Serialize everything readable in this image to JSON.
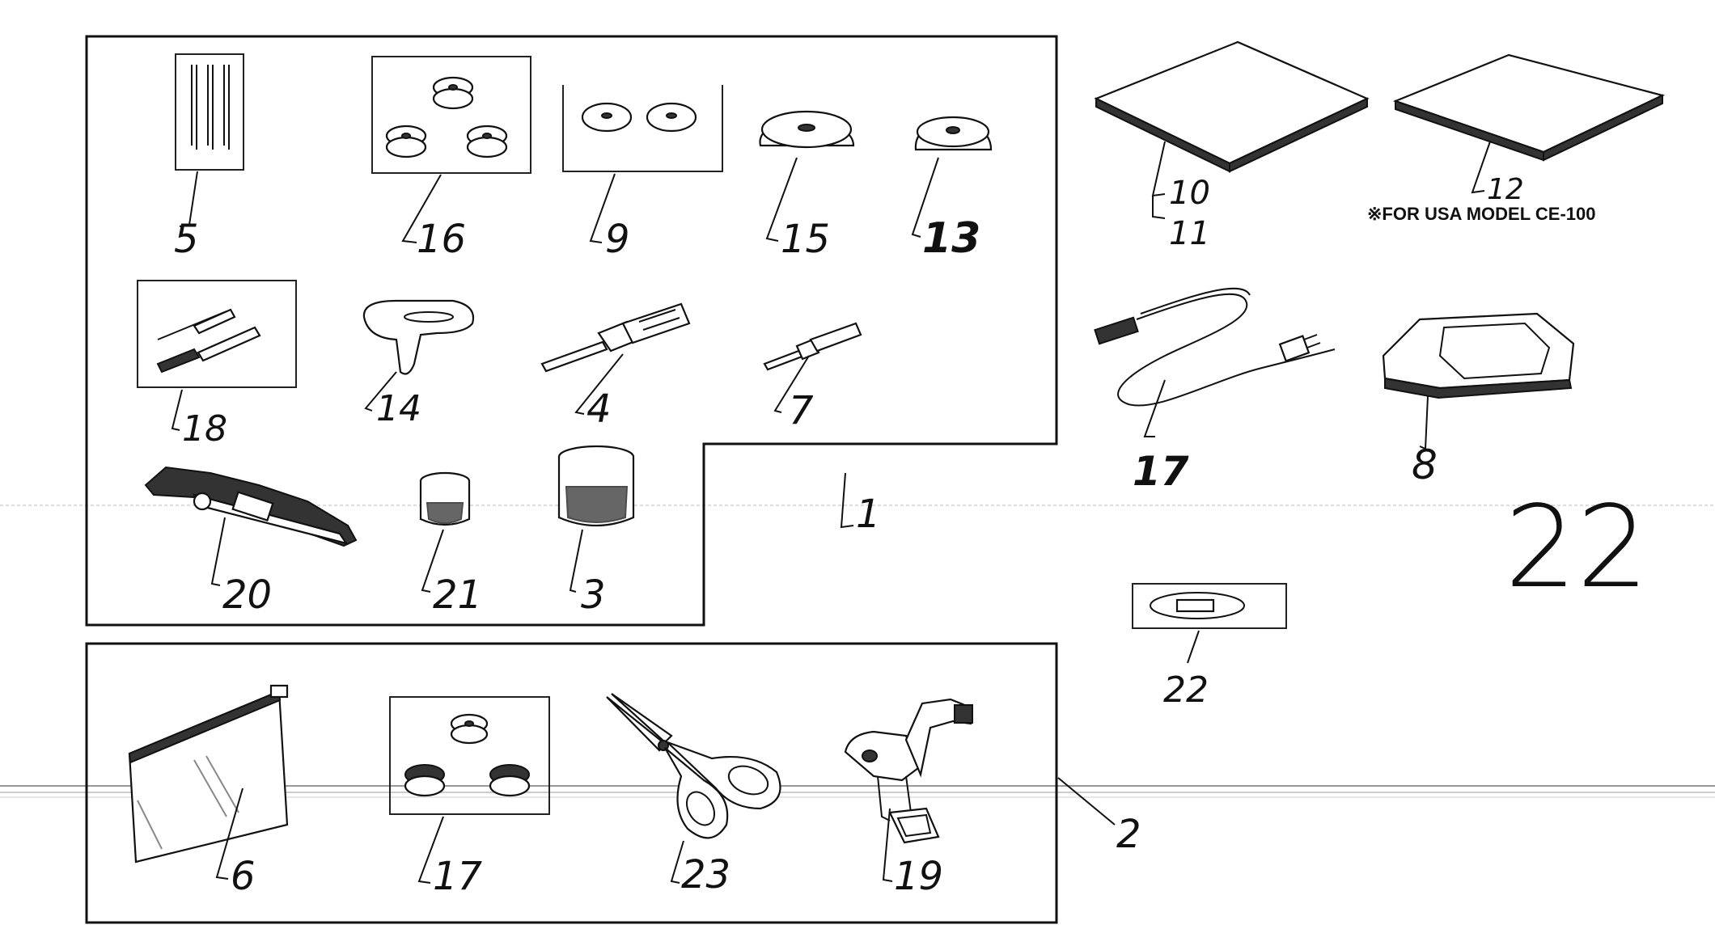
{
  "labels": {
    "l5": "5",
    "l16": "16",
    "l9": "9",
    "l15": "15",
    "l13": "13",
    "l18": "18",
    "l14": "14",
    "l4": "4",
    "l7": "7",
    "l20": "20",
    "l21": "21",
    "l3": "3",
    "l1": "1",
    "l10": "10",
    "l11": "11",
    "l12": "12",
    "l17a": "17",
    "l8": "8",
    "l22": "22",
    "l6": "6",
    "l17b": "17",
    "l23": "23",
    "l19": "19",
    "l2": "2"
  },
  "usa_note": "※FOR USA MODEL CE-100",
  "handwritten_number": "22"
}
